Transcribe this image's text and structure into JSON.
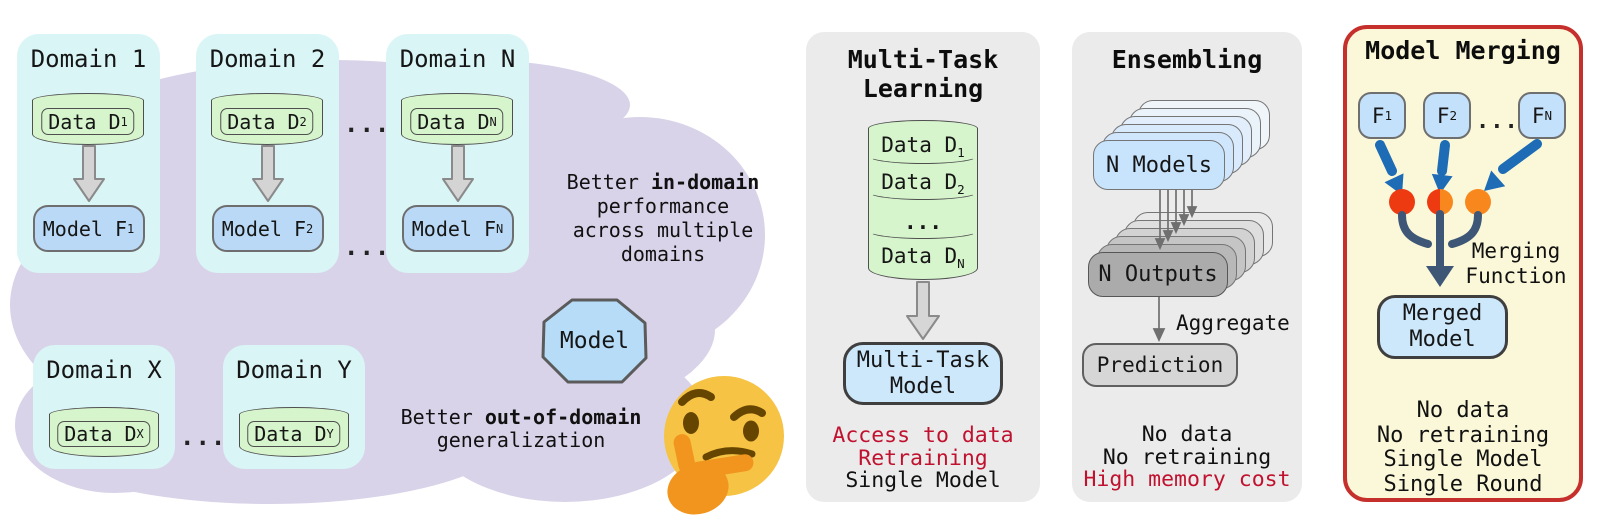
{
  "colors": {
    "cloud": "#d9d3e9",
    "domain_card": "#d9f5f6",
    "data_green": "#d6f5cc",
    "model_blue": "#b9d9f6",
    "panel_gray": "#ebebeb",
    "panel_yellow": "#fbf8d9",
    "panel_border_red": "#c5302c",
    "note_red": "#c0122f",
    "arrow_blue": "#1d6cb5",
    "merge_navy": "#3e5777",
    "circle_red": "#ee3a10",
    "circle_orange": "#f8871e"
  },
  "left": {
    "dots": "...",
    "domains_top": [
      {
        "title": "Domain 1",
        "data_label": "Data D",
        "data_sub": "1",
        "model_label": "Model F",
        "model_sub": "1"
      },
      {
        "title": "Domain 2",
        "data_label": "Data D",
        "data_sub": "2",
        "model_label": "Model F",
        "model_sub": "2"
      },
      {
        "title": "Domain N",
        "data_label": "Data D",
        "data_sub": "N",
        "model_label": "Model F",
        "model_sub": "N"
      }
    ],
    "domains_bottom": [
      {
        "title": "Domain X",
        "data_label": "Data D",
        "data_sub": "X"
      },
      {
        "title": "Domain Y",
        "data_label": "Data D",
        "data_sub": "Y"
      }
    ],
    "in_domain": {
      "pre": "Better ",
      "bold": "in-domain",
      "rest": " performance across multiple domains"
    },
    "out_domain": {
      "pre": "Better ",
      "bold": "out-of-domain",
      "rest": " generalization"
    },
    "octagon_label": "Model"
  },
  "panels": {
    "mtl": {
      "title_line1": "Multi-Task",
      "title_line2": "Learning",
      "cylinder_rows": [
        {
          "label": "Data D",
          "sub": "1"
        },
        {
          "label": "Data D",
          "sub": "2"
        },
        {
          "label": "...",
          "sub": ""
        },
        {
          "label": "Data D",
          "sub": "N"
        }
      ],
      "model_line1": "Multi-Task",
      "model_line2": "Model",
      "notes": [
        {
          "text": "Access to data",
          "tone": "negative"
        },
        {
          "text": "Retraining",
          "tone": "negative"
        },
        {
          "text": "Single Model",
          "tone": "neutral"
        }
      ]
    },
    "ensembling": {
      "title": "Ensembling",
      "models_label": "N Models",
      "outputs_label": "N Outputs",
      "aggregate_label": "Aggregate",
      "prediction_label": "Prediction",
      "notes": [
        {
          "text": "No data",
          "tone": "neutral"
        },
        {
          "text": "No retraining",
          "tone": "neutral"
        },
        {
          "text": "High memory cost",
          "tone": "negative"
        }
      ]
    },
    "merging": {
      "title": "Model Merging",
      "dots": "...",
      "f_boxes": [
        {
          "label": "F",
          "sub": "1"
        },
        {
          "label": "F",
          "sub": "2"
        },
        {
          "label": "F",
          "sub": "N"
        }
      ],
      "merge_label_line1": "Merging",
      "merge_label_line2": "Function",
      "model_line1": "Merged",
      "model_line2": "Model",
      "notes": [
        {
          "text": "No data"
        },
        {
          "text": "No retraining"
        },
        {
          "text": "Single Model"
        },
        {
          "text": "Single Round"
        }
      ]
    }
  }
}
